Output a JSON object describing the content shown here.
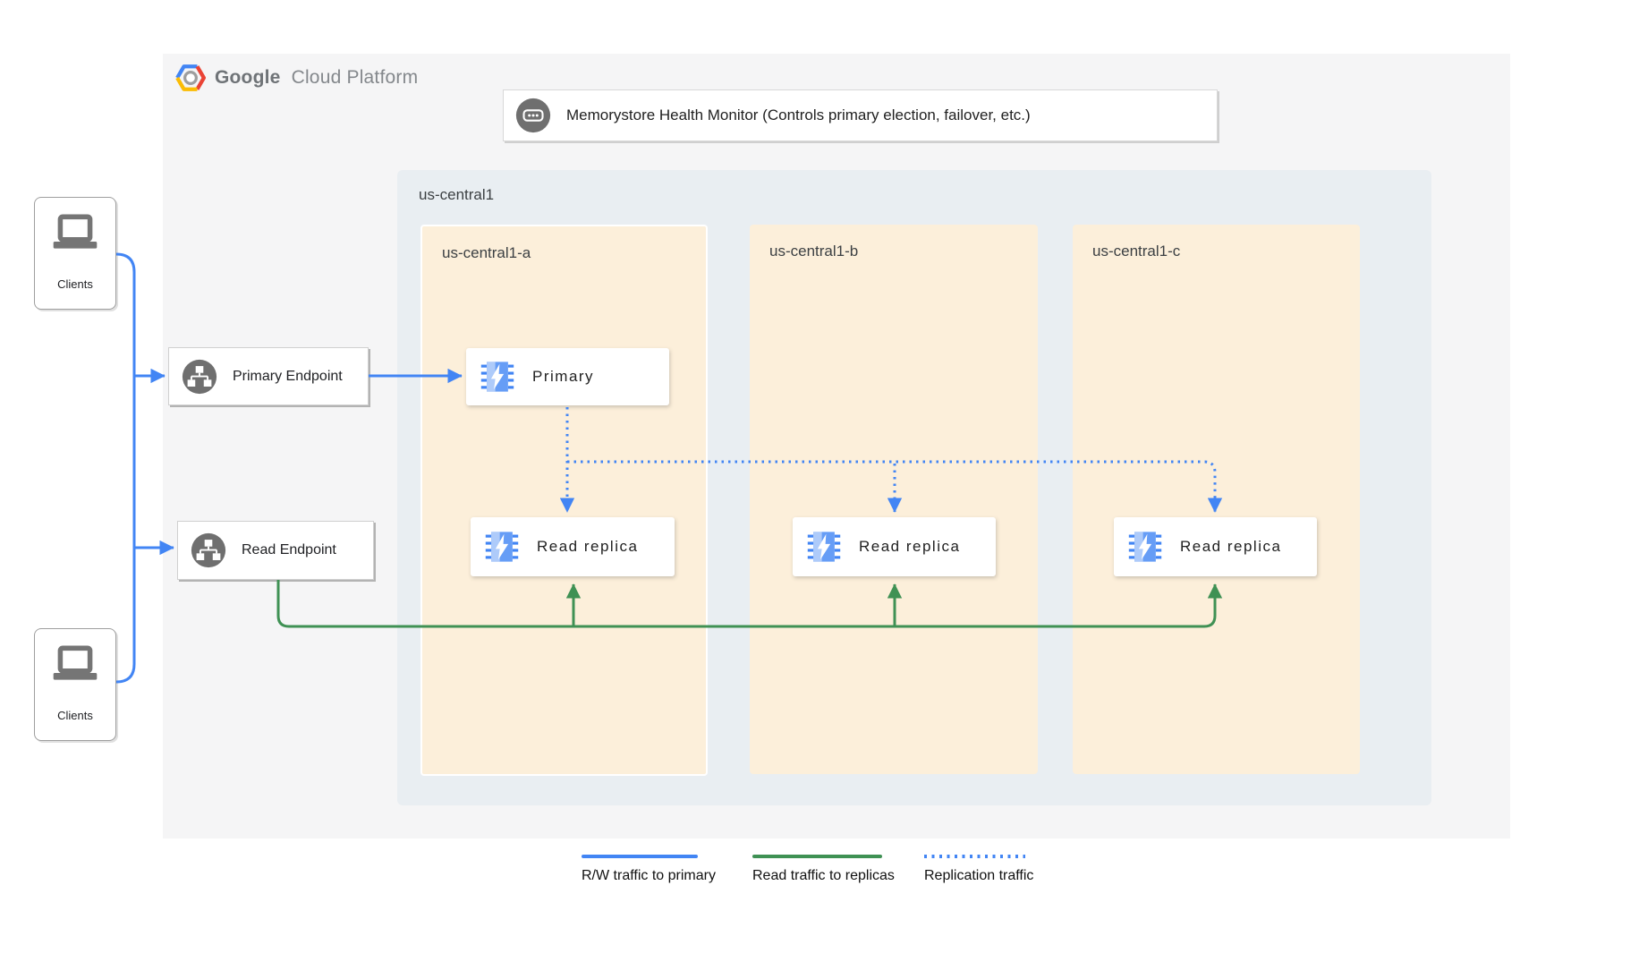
{
  "brand": {
    "name_bold": "Google",
    "name_light": "Cloud Platform"
  },
  "health_monitor": {
    "label": "Memorystore Health Monitor (Controls primary election, failover, etc.)"
  },
  "clients": {
    "top_label": "Clients",
    "bottom_label": "Clients"
  },
  "endpoints": {
    "primary_label": "Primary Endpoint",
    "read_label": "Read Endpoint"
  },
  "region": {
    "label": "us-central1",
    "zones": [
      {
        "label": "us-central1-a",
        "nodes": [
          "Primary",
          "Read replica"
        ]
      },
      {
        "label": "us-central1-b",
        "nodes": [
          "Read replica"
        ]
      },
      {
        "label": "us-central1-c",
        "nodes": [
          "Read replica"
        ]
      }
    ]
  },
  "legend": [
    {
      "label": "R/W traffic to primary",
      "style": "solid",
      "color": "#4285f4"
    },
    {
      "label": "Read traffic to replicas",
      "style": "solid",
      "color": "#3f9154"
    },
    {
      "label": "Replication traffic",
      "style": "dotted",
      "color": "#4285f4"
    }
  ],
  "colors": {
    "rw_traffic": "#4285f4",
    "read_traffic": "#3f9154",
    "replication_traffic": "#4285f4",
    "zone_bg": "#fcefda",
    "region_bg": "#e9eef2",
    "panel_bg": "#f5f5f6"
  }
}
